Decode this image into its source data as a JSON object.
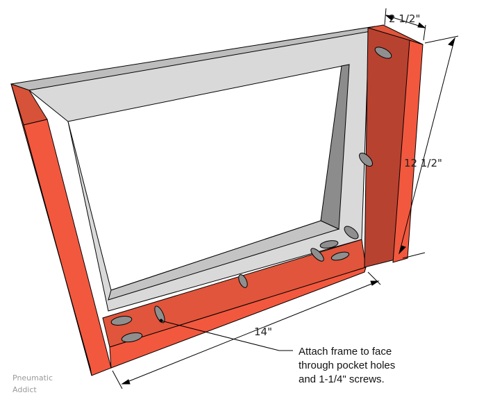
{
  "colors": {
    "board": "#f2583e",
    "board_dark": "#b84230",
    "board_mid": "#d94f38",
    "frame_light": "#d6d6d6",
    "frame_top": "#bebebe",
    "frame_edge": "#8a8a8a",
    "hole": "#8f8f8f",
    "outline": "#000000"
  },
  "dimensions": {
    "width_label": "2 1/2\"",
    "height_label": "12 1/2\"",
    "length_label": "14\""
  },
  "callout": {
    "line1": "Attach frame to face",
    "line2": "through pocket holes",
    "line3": "and 1-1/4\" screws."
  },
  "watermark": {
    "line1": "Pneumatic",
    "line2": "Addict"
  }
}
